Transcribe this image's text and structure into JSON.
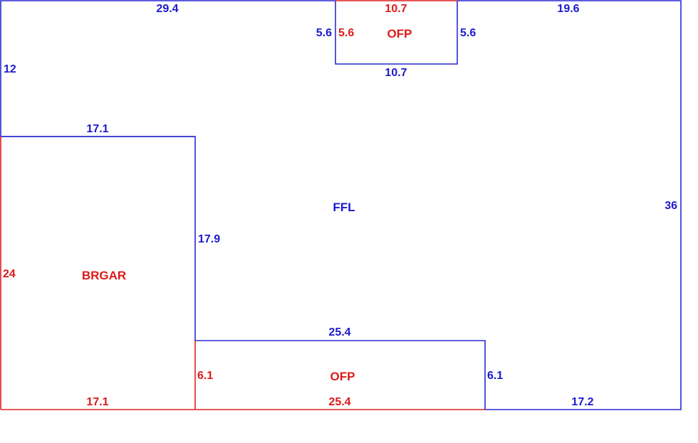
{
  "colors": {
    "primary": "#1a1acc",
    "secondary": "#dd1a1a"
  },
  "areas": {
    "main": "FFL",
    "garage": "BRGAR",
    "porch_top": "OFP",
    "porch_bottom": "OFP"
  },
  "dimensions": {
    "main_top_left": "29.4",
    "main_top_right": "19.6",
    "main_left_upper": "12",
    "main_right": "36",
    "main_bottom_right": "17.2",
    "main_step_top": "17.1",
    "main_step_side": "17.9",
    "main_notch_top": "25.4",
    "porch_top_top": "10.7",
    "porch_top_bottom": "10.7",
    "porch_top_left_outer": "5.6",
    "porch_top_left_inner": "5.6",
    "porch_top_right": "5.6",
    "garage_left": "24",
    "garage_bottom": "17.1",
    "porch_bottom_left": "6.1",
    "porch_bottom_right": "6.1",
    "porch_bottom_bottom": "25.4"
  }
}
